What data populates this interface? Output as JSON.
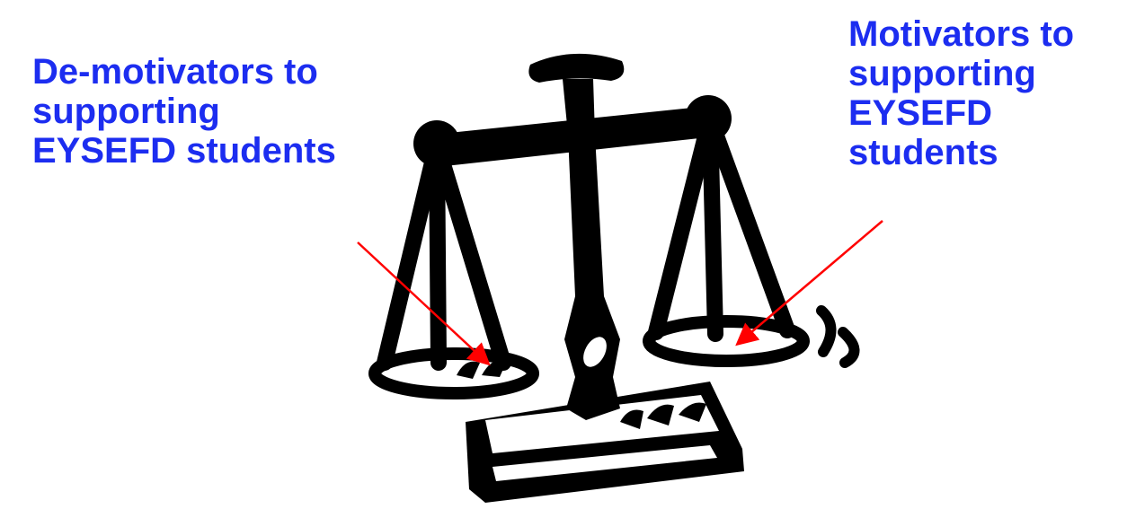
{
  "labels": {
    "left": [
      "De-motivators to",
      "supporting",
      "EYSEFD students"
    ],
    "right": [
      "Motivators to",
      "supporting",
      "EYSEFD",
      "students"
    ]
  },
  "colors": {
    "label_text": "#1c2df0",
    "arrow": "#ff0000",
    "scale": "#000000"
  },
  "illustration": {
    "icon": "balance-scale-icon"
  }
}
